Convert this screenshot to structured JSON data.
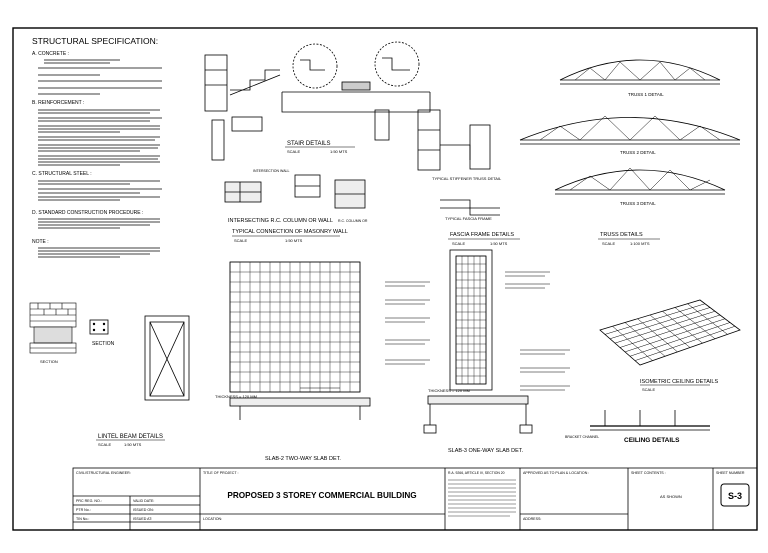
{
  "spec": {
    "title": "STRUCTURAL SPECIFICATION:",
    "a_head": "A. CONCRETE :",
    "b_head": "B. REINFORCEMENT :",
    "c_head": "C. STRUCTURAL STEEL :",
    "d_head": "D. STANDARD CONSTRUCTION PROCEDURE :",
    "note_head": "NOTE :"
  },
  "details": {
    "stair": "STAIR DETAILS",
    "stair_scale": "SCALE",
    "stair_scale_val": "1:50 MTS",
    "intersecting_col": "INTERSECTING R.C. COLUMN OR WALL",
    "intersection_wall": "INTERSECTION WALL",
    "rc_col": "R.C. COLUMN OR",
    "masonry": "TYPICAL CONNECTION OF MASONRY WALL",
    "masonry_scale": "SCALE",
    "masonry_scale_val": "1:50 MTS",
    "stiffener": "TYPICAL STIFFENER TRUSS DETAIL",
    "fascia_typ": "TYPICAL FASCIA FRAME",
    "fascia": "FASCIA FRAME DETAILS",
    "fascia_scale": "SCALE",
    "fascia_scale_val": "1:50 MTS",
    "truss": "TRUSS DETAILS",
    "truss_scale": "SCALE",
    "truss_scale_val": "1:100 MTS",
    "truss1": "TRUSS 1 DETAIL",
    "truss2": "TRUSS 2 DETAIL",
    "truss3": "TRUSS 3 DETAIL",
    "section": "SECTION",
    "lintel": "LINTEL BEAM DETAILS",
    "lintel_scale": "SCALE",
    "lintel_scale_val": "1:50 MTS",
    "slab2": "SLAB-2 TWO-WAY SLAB DET.",
    "slab3": "SLAB-3 ONE-WAY SLAB DET.",
    "thickness1": "THICKNESS = 120 MM",
    "thickness2": "THICKNESS = 120 MM",
    "iso_ceiling": "ISOMETRIC CEILING DETAILS",
    "iso_scale": "SCALE",
    "ceiling": "CEILING DETAILS",
    "bracket": "BRACKET CHANNEL"
  },
  "titleblock": {
    "engineer_label": "CIVIL/STRUCTURAL ENGINEER:",
    "prc_label": "PRC REG. NO.:",
    "ptr_label": "PTR No.:",
    "tin_label": "TIN No.:",
    "valid_label": "VALID DATE:",
    "issued_label": "ISSUED ON:",
    "issued_at_label": "ISSUED AT:",
    "project_label": "TITLE OF PROJECT :",
    "project_title": "PROPOSED 3 STOREY COMMERCIAL BUILDING",
    "location_label": "LOCATION:",
    "law_label": "R.A. 9266, ARTICLE IV, SECTION 20",
    "approved_label": "APPROVED AS TO PLAN & LOCATION :",
    "address_label": "ADDRESS:",
    "contents_label": "SHEET CONTENTS :",
    "contents_val": "AS SHOWN",
    "sheet_label": "SHEET NUMBER",
    "sheet_no": "S-3"
  }
}
